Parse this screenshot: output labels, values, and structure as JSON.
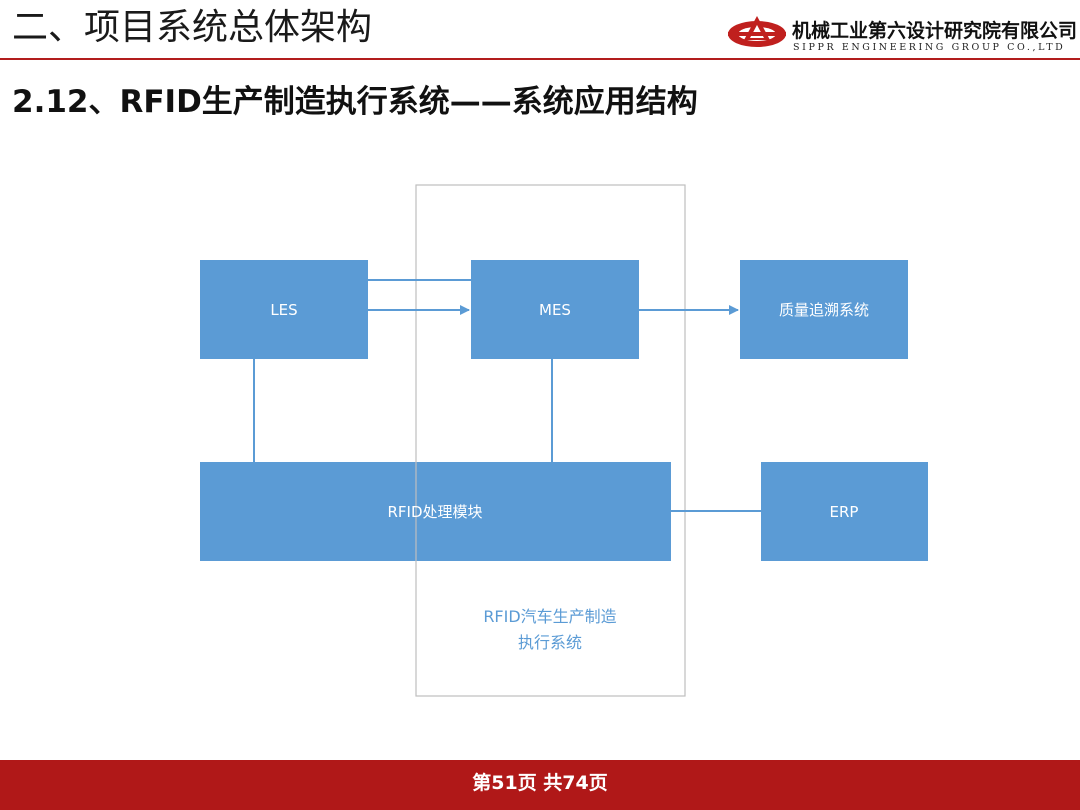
{
  "header": {
    "title": "二、项目系统总体架构",
    "company_cn": "机械工业第六设计研究院有限公司",
    "company_en": "SIPPR ENGINEERING GROUP CO.,LTD"
  },
  "section": {
    "title": "2.12、RFID生产制造执行系统——系统应用结构"
  },
  "diagram": {
    "container_label_line1": "RFID汽车生产制造",
    "container_label_line2": "执行系统",
    "boxes": {
      "les": "LES",
      "mes": "MES",
      "quality": "质量追溯系统",
      "rfid": "RFID处理模块",
      "erp": "ERP"
    }
  },
  "footer": {
    "page_text": "第51页  共74页"
  },
  "colors": {
    "box_fill": "#5b9bd5",
    "line": "#5b9bd5",
    "container_border": "#bfbfbf",
    "brand_red": "#b01818"
  }
}
